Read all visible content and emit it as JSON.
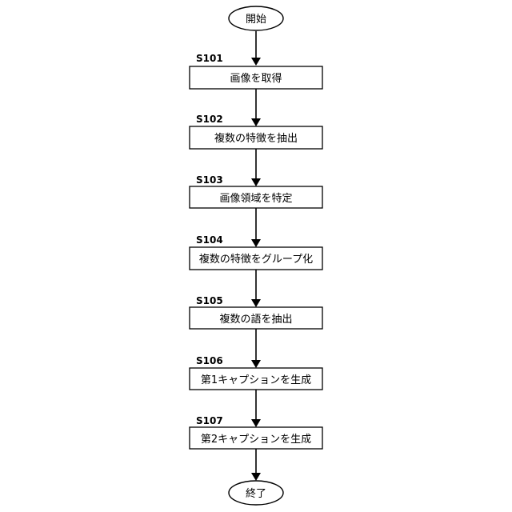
{
  "start": {
    "label": "開始"
  },
  "end": {
    "label": "終了"
  },
  "steps": [
    {
      "id": "S101",
      "label": "画像を取得"
    },
    {
      "id": "S102",
      "label": "複数の特徴を抽出"
    },
    {
      "id": "S103",
      "label": "画像領域を特定"
    },
    {
      "id": "S104",
      "label": "複数の特徴をグループ化"
    },
    {
      "id": "S105",
      "label": "複数の語を抽出"
    },
    {
      "id": "S106",
      "label": "第1キャプションを生成"
    },
    {
      "id": "S107",
      "label": "第2キャプションを生成"
    }
  ]
}
